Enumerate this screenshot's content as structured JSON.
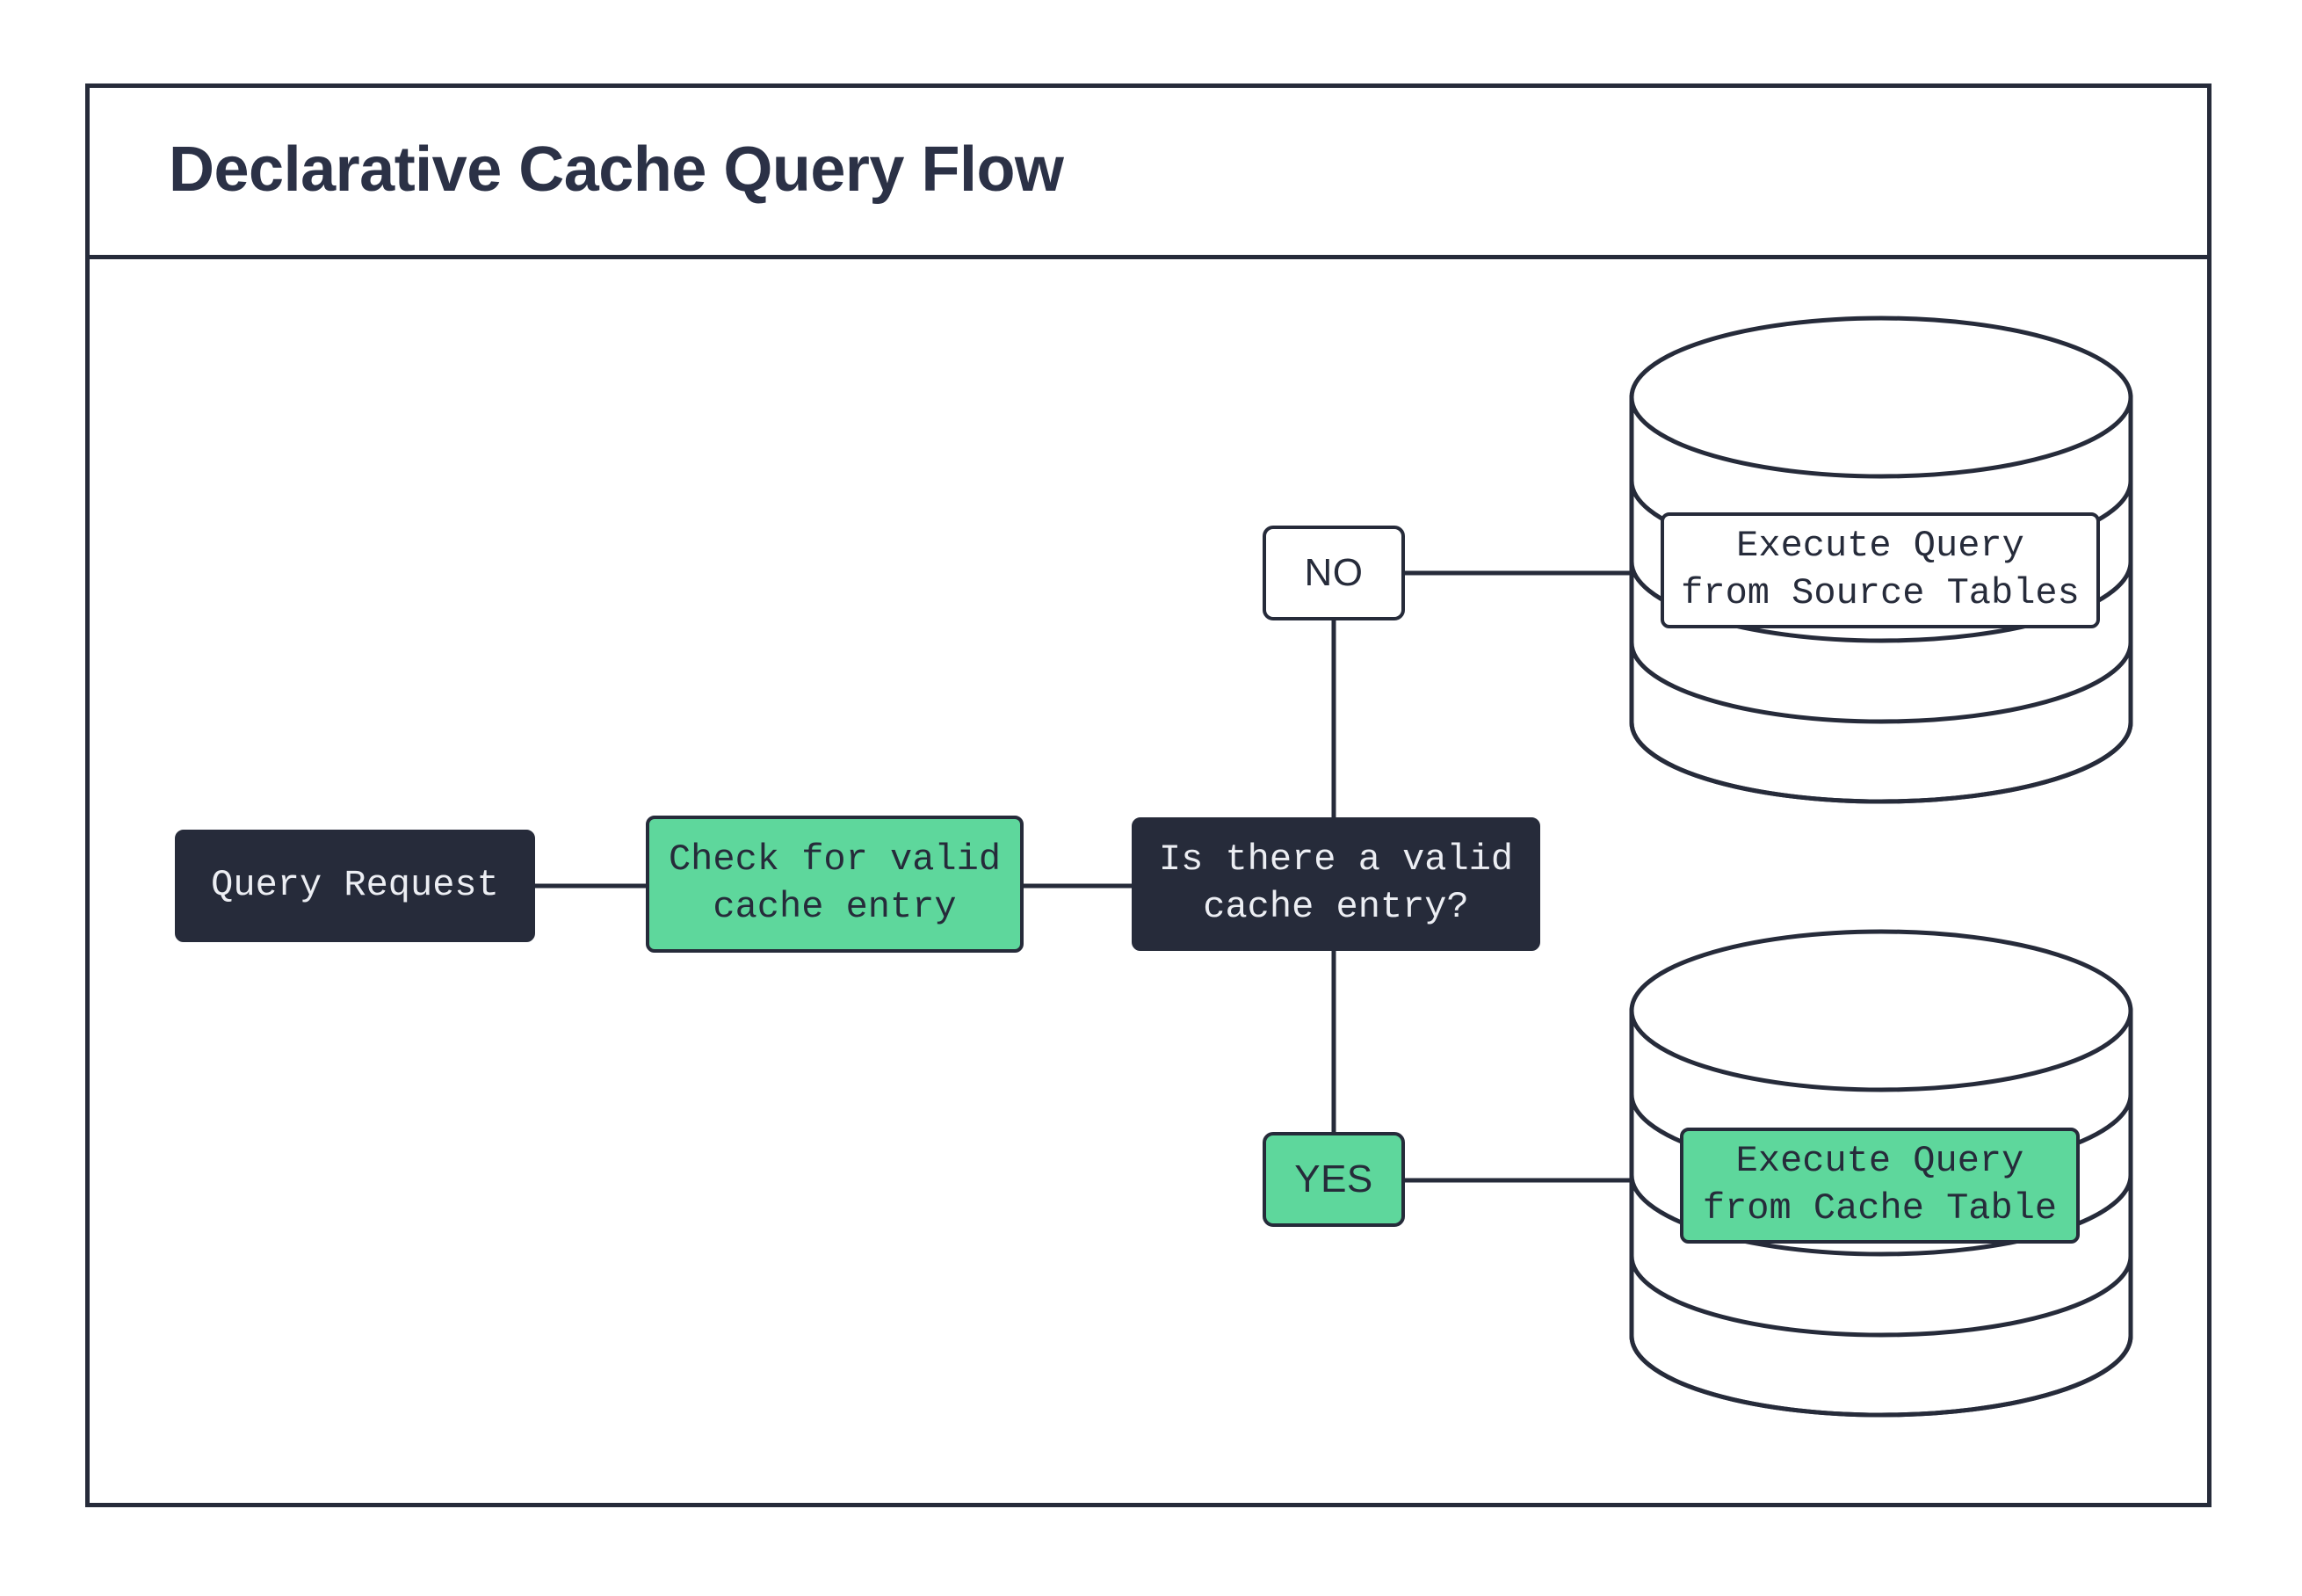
{
  "page": {
    "title": "Declarative Cache Query Flow",
    "background": "#ffffff"
  },
  "colors": {
    "dark": "#262b3a",
    "green": "#5ed79c",
    "white": "#ffffff",
    "text_light": "#eceef3",
    "stroke": "#262b3a"
  },
  "diagram": {
    "type": "flowchart",
    "direction": "left-to-right",
    "nodes": [
      {
        "id": "query-request",
        "label": "Query Request",
        "shape": "rounded-rect",
        "style": "dark"
      },
      {
        "id": "check-cache",
        "label": "Check for valid\ncache entry",
        "shape": "rounded-rect",
        "style": "green"
      },
      {
        "id": "decision",
        "label": "Is there a valid\ncache entry?",
        "shape": "rounded-rect",
        "style": "dark"
      },
      {
        "id": "source-tables",
        "label": "Execute Query\nfrom Source Tables",
        "shape": "database",
        "style": "white"
      },
      {
        "id": "cache-table",
        "label": "Execute Query\nfrom Cache Table",
        "shape": "database",
        "style": "green"
      }
    ],
    "edge_labels": [
      {
        "id": "no",
        "label": "NO",
        "style": "white"
      },
      {
        "id": "yes",
        "label": "YES",
        "style": "green"
      }
    ],
    "edges": [
      {
        "from": "query-request",
        "to": "check-cache",
        "label": ""
      },
      {
        "from": "check-cache",
        "to": "decision",
        "label": ""
      },
      {
        "from": "decision",
        "to": "source-tables",
        "label": "NO"
      },
      {
        "from": "decision",
        "to": "cache-table",
        "label": "YES"
      }
    ]
  }
}
